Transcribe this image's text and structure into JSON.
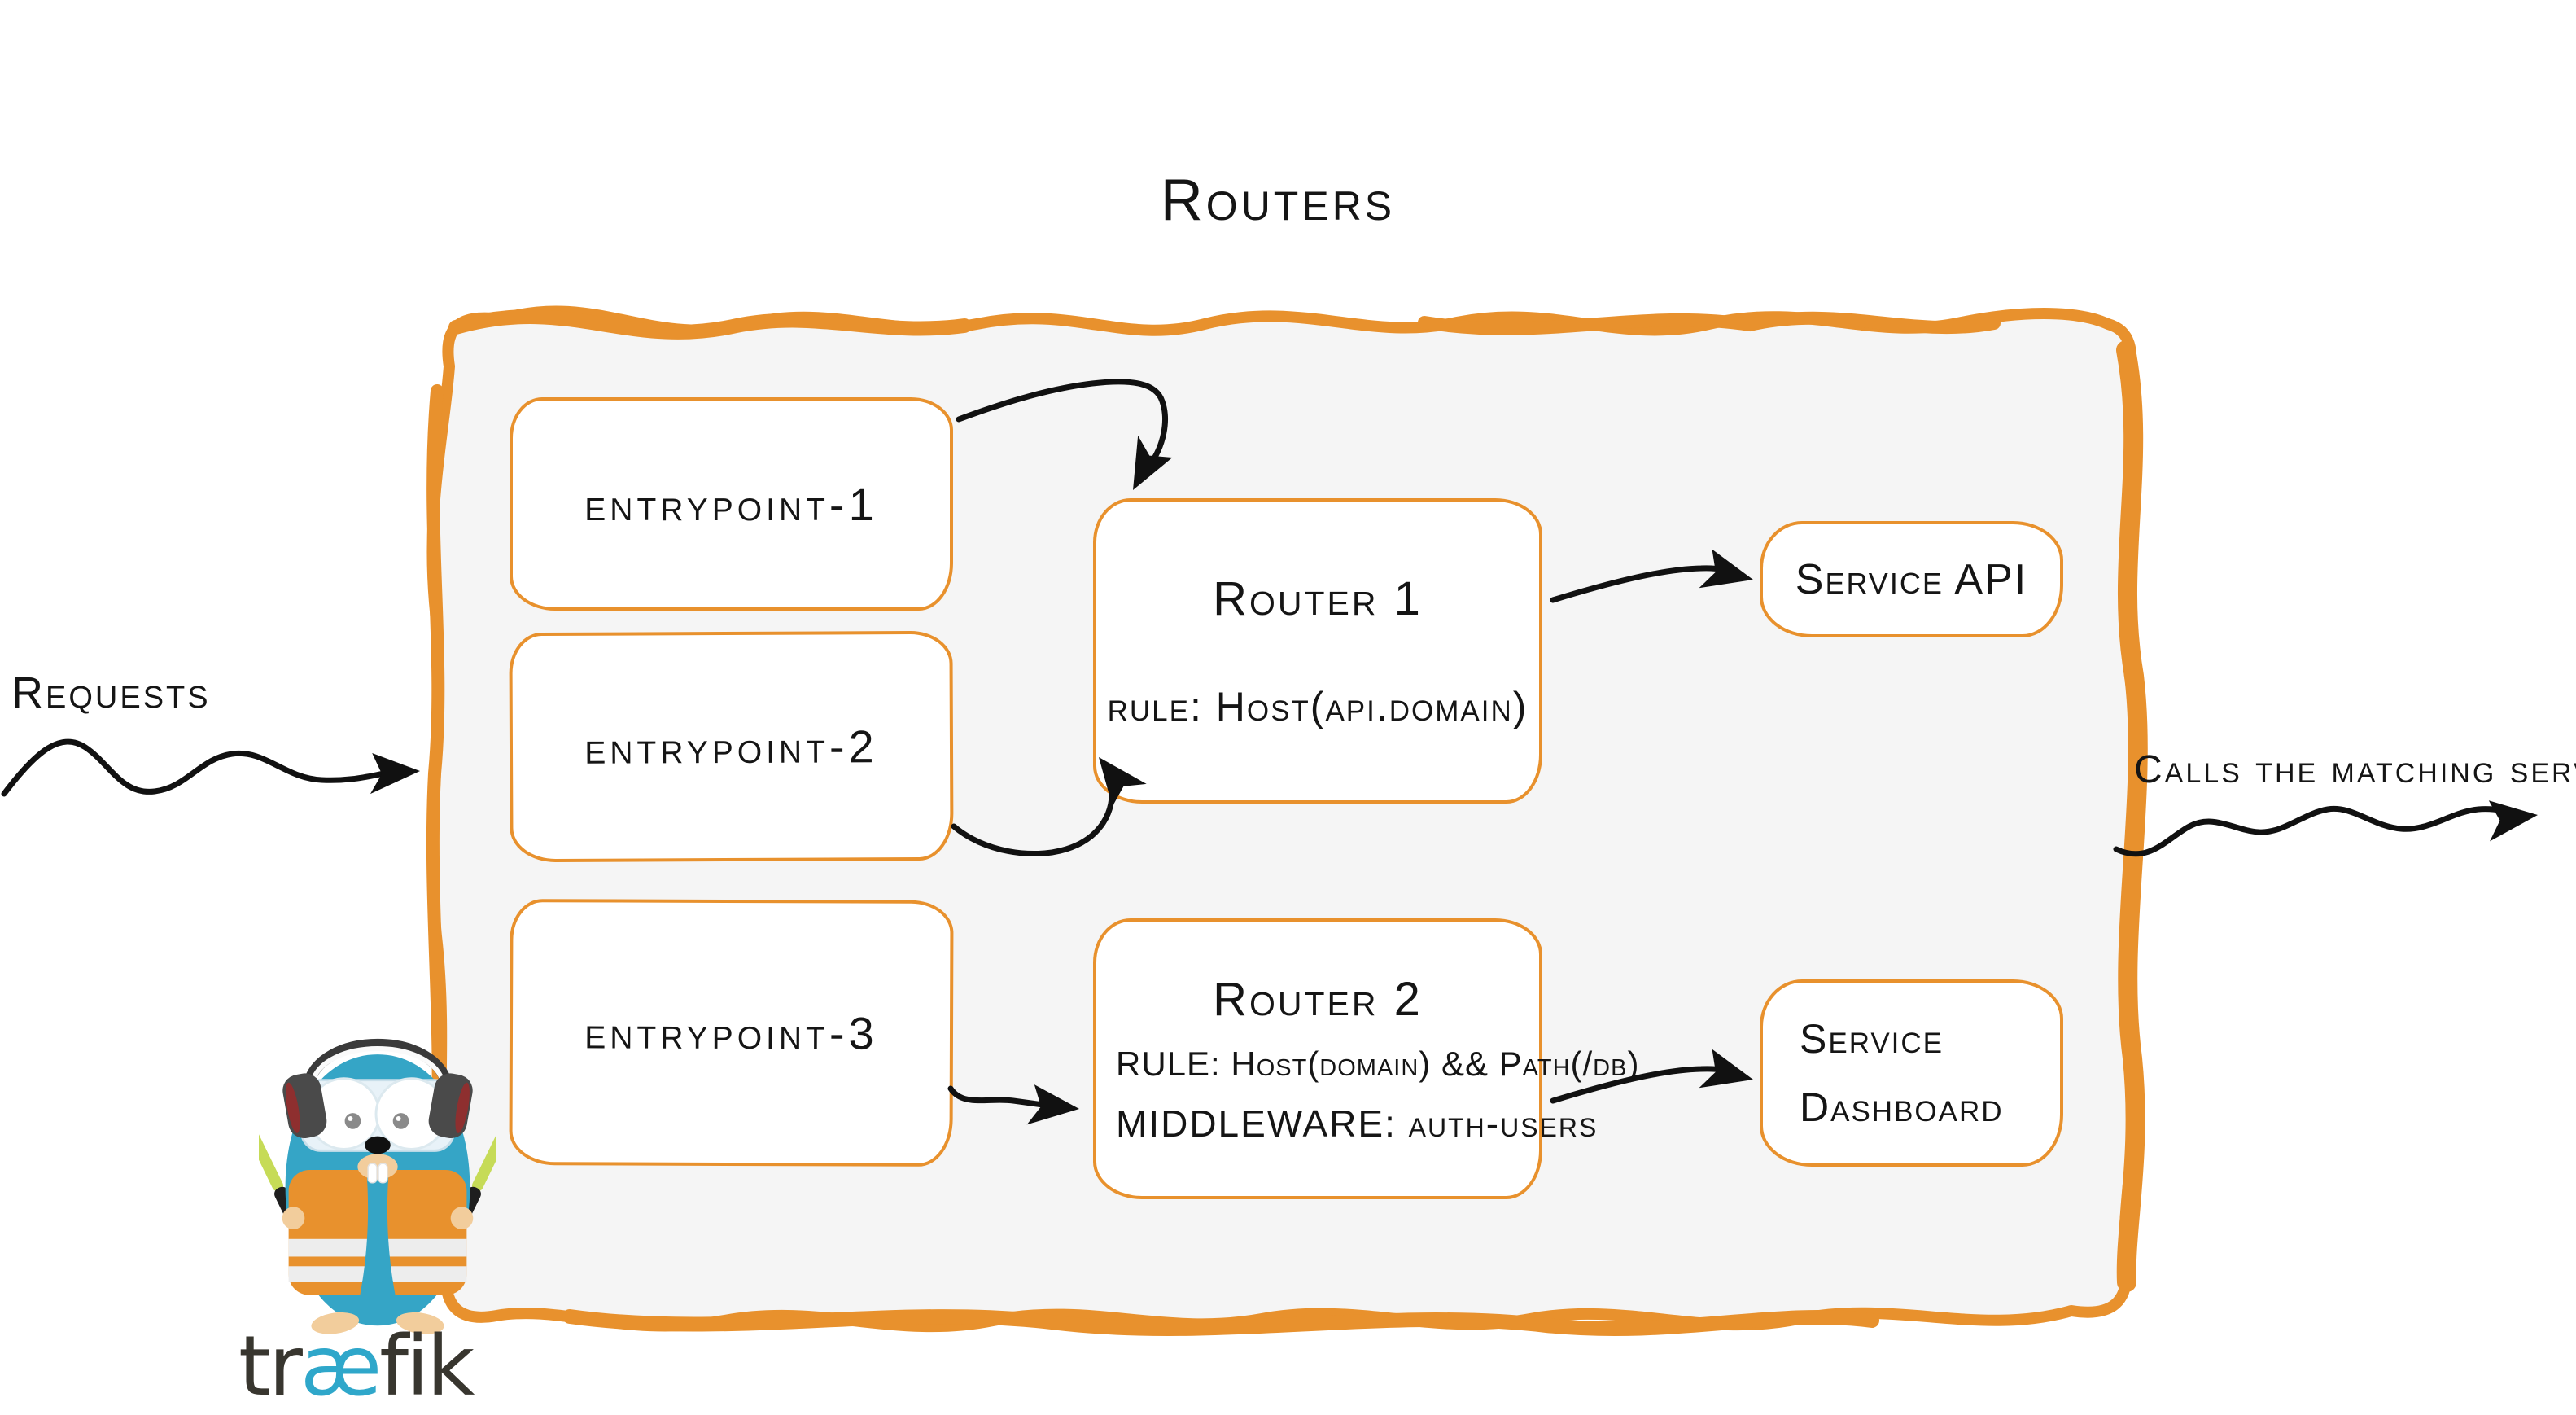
{
  "page": {
    "title": "Routers"
  },
  "colors": {
    "accent_orange": "#E8912D",
    "container_fill": "#F5F5F5",
    "ink_black": "#151515",
    "brand_teal": "#35A5C6",
    "wordmark_dark": "#38362F"
  },
  "annotations": {
    "requests": "Requests",
    "calls": "Calls the matching server"
  },
  "entrypoints": [
    {
      "label": "entrypoint-1"
    },
    {
      "label": "entrypoint-2"
    },
    {
      "label": "entrypoint-3"
    }
  ],
  "routers": [
    {
      "title": "Router 1",
      "rule": "rule: Host(api.domain)"
    },
    {
      "title": "Router 2",
      "rule": "RULE: Host(domain) && Path(/db)",
      "middleware": "MIDDLEWARE: auth-users"
    }
  ],
  "services": [
    {
      "label": "Service API"
    },
    {
      "line1": "Service",
      "line2": "Dashboard"
    }
  ],
  "logo": {
    "tr": "tr",
    "ae": "æ",
    "fik": "fik"
  }
}
